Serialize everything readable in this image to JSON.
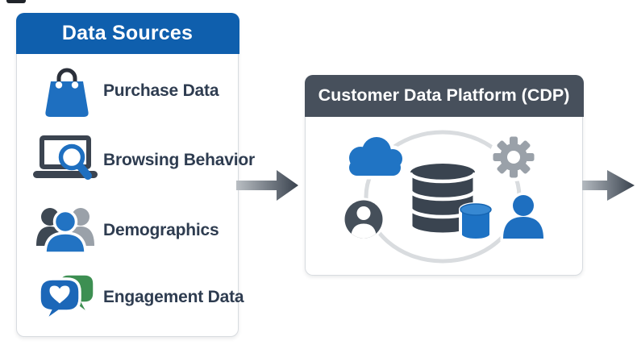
{
  "diagram": {
    "sources_panel": {
      "title": "Data Sources",
      "items": [
        {
          "label": "Purchase Data",
          "icon": "shopping-bag-icon"
        },
        {
          "label": "Browsing Behavior",
          "icon": "laptop-search-icon"
        },
        {
          "label": "Demographics",
          "icon": "people-group-icon"
        },
        {
          "label": "Engagement Data",
          "icon": "chat-heart-icon"
        }
      ]
    },
    "cdp_panel": {
      "title": "Customer Data Platform (CDP)",
      "icons": [
        "cloud-icon",
        "gear-icon",
        "user-circle-icon",
        "database-icon",
        "data-cylinder-icon",
        "person-icon",
        "sync-circle"
      ]
    },
    "flow": {
      "arrow_in": "arrow-right",
      "arrow_out": "arrow-right"
    },
    "colors": {
      "header_blue": "#0f5fad",
      "header_slate": "#47505c",
      "icon_blue": "#1e6fc0",
      "icon_slate": "#3b4450",
      "icon_gray": "#9aa1a9",
      "icon_green": "#3d8f52",
      "label_text": "#2e3c50",
      "arrow_dark": "#39424e",
      "circle_gray": "#d9dcdf"
    }
  }
}
